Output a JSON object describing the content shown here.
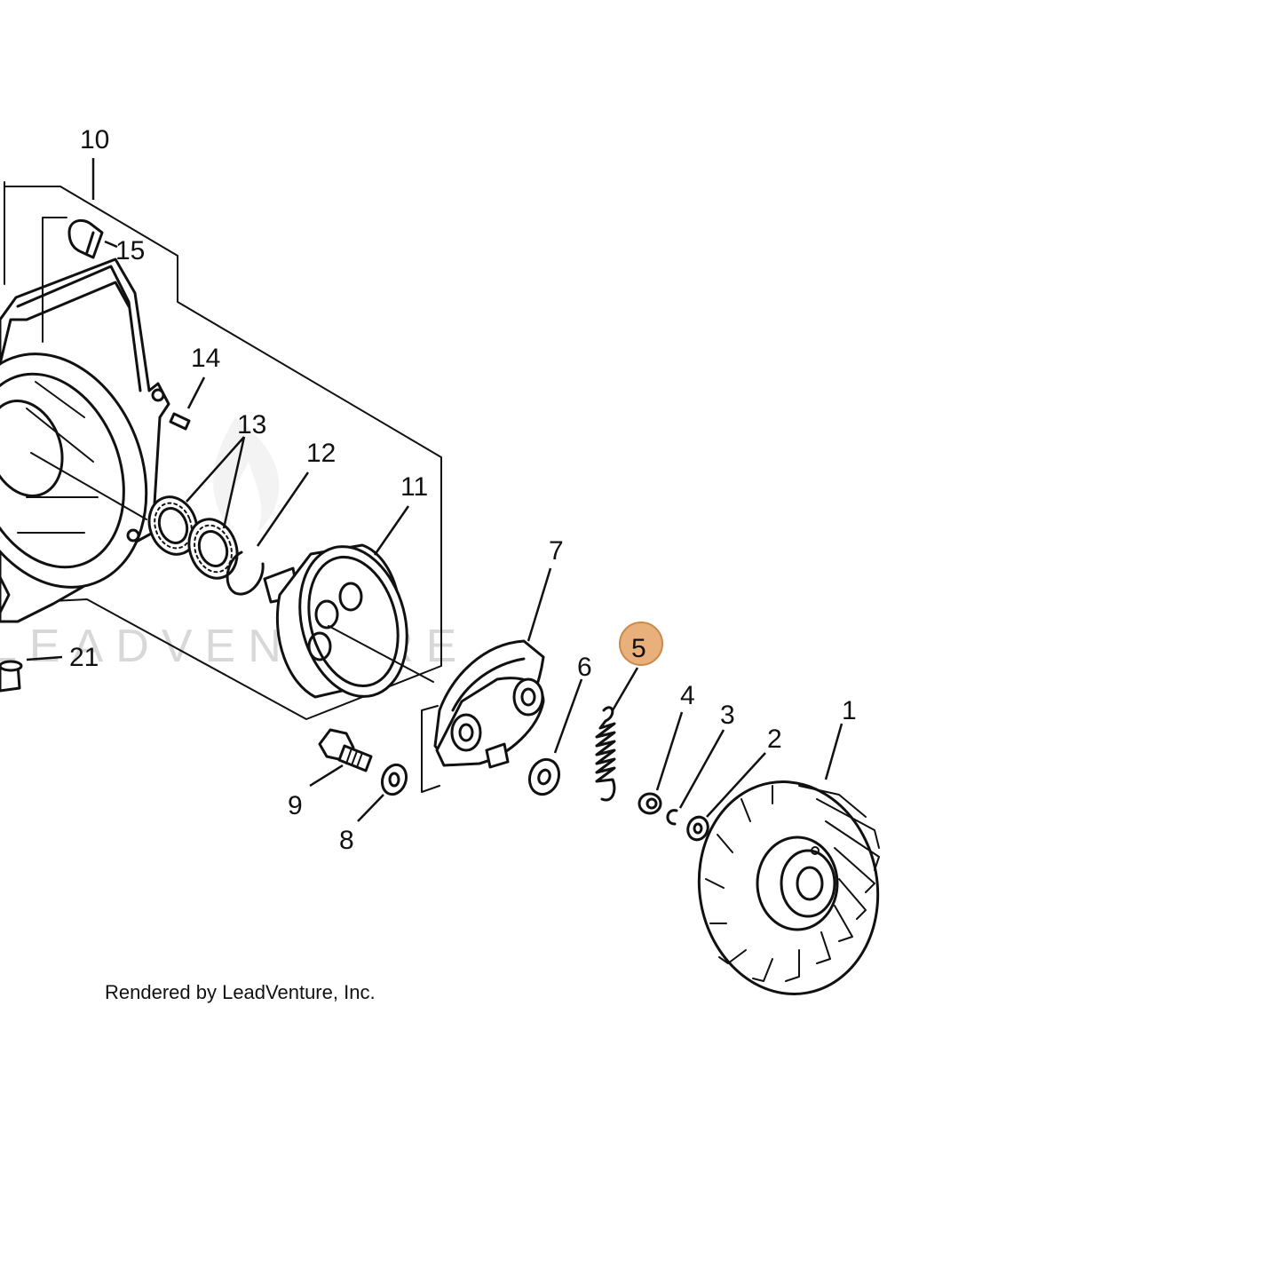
{
  "watermark": "LEADVENTURE",
  "credit": "Rendered by LeadVenture, Inc.",
  "highlight_color": "#e9b07c",
  "callouts": [
    {
      "id": "1",
      "label": "1"
    },
    {
      "id": "2",
      "label": "2"
    },
    {
      "id": "3",
      "label": "3"
    },
    {
      "id": "4",
      "label": "4"
    },
    {
      "id": "5",
      "label": "5",
      "highlighted": true
    },
    {
      "id": "6",
      "label": "6"
    },
    {
      "id": "7",
      "label": "7"
    },
    {
      "id": "8",
      "label": "8"
    },
    {
      "id": "9",
      "label": "9"
    },
    {
      "id": "10",
      "label": "10"
    },
    {
      "id": "11",
      "label": "11"
    },
    {
      "id": "12",
      "label": "12"
    },
    {
      "id": "13",
      "label": "13"
    },
    {
      "id": "14",
      "label": "14"
    },
    {
      "id": "15",
      "label": "15"
    },
    {
      "id": "21",
      "label": "21"
    }
  ]
}
